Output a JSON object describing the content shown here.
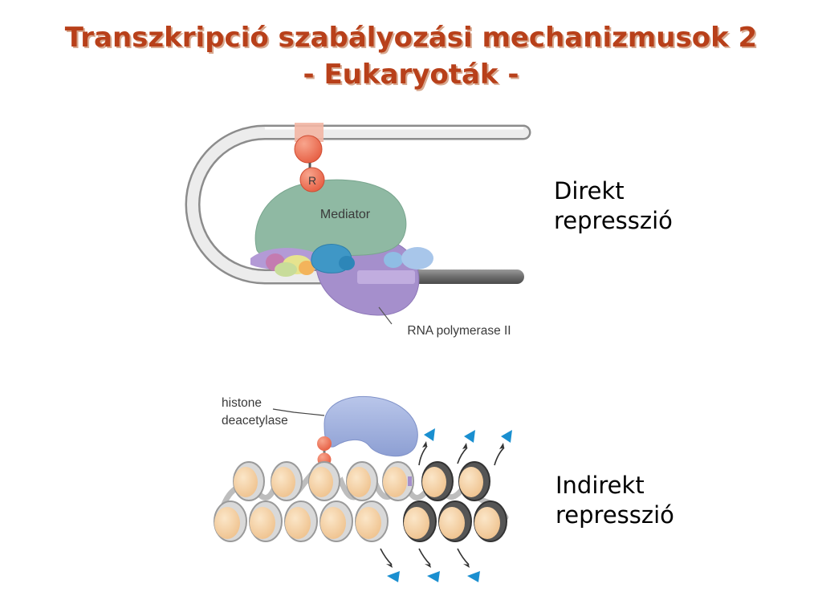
{
  "slide": {
    "title_line1": "Transzkripció szabályozási mechanizmusok 2",
    "title_line2": "- Eukaryoták -",
    "title_color": "#b8401a",
    "title_shadow": "#d7a88f"
  },
  "panel_top": {
    "repressor_label": "R",
    "mediator_label": "Mediator",
    "polymerase_label": "RNA polymerase II",
    "side_label_line1": "Direkt",
    "side_label_line2": "represszió"
  },
  "panel_bottom": {
    "enzyme_label_line1": "histone",
    "enzyme_label_line2": "deacetylase",
    "side_label_line1": "Indirekt",
    "side_label_line2": "represszió"
  },
  "colors": {
    "mediator": "#8fb9a3",
    "polymerase": "#a58fcc",
    "repressor": "#ee6a4e",
    "deacetylase": "#9fb0dc",
    "nucleosome": "#f4d1a6",
    "acetyl_arrow": "#1a8fd0",
    "dna_gray": "#d9d9d9",
    "dna_dark": "#6e6e6e"
  }
}
